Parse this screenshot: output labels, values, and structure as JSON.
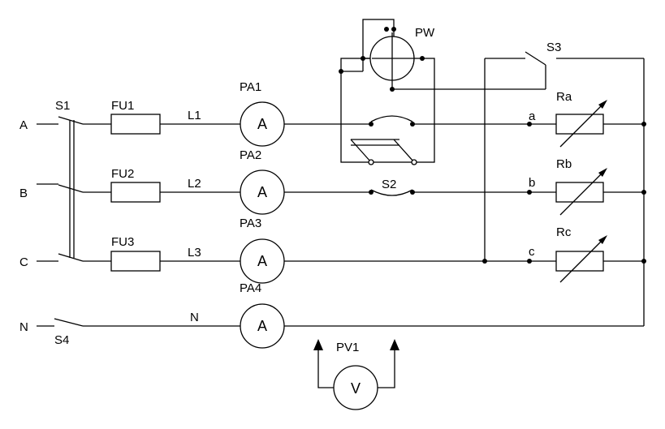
{
  "phases": {
    "a": "A",
    "b": "B",
    "c": "C",
    "n": "N"
  },
  "switches": {
    "s1": "S1",
    "s2": "S2",
    "s3": "S3",
    "s4": "S4"
  },
  "fuses": {
    "fu1": "FU1",
    "fu2": "FU2",
    "fu3": "FU3"
  },
  "lines": {
    "l1": "L1",
    "l2": "L2",
    "l3": "L3",
    "n": "N"
  },
  "meters": {
    "pa1": "PA1",
    "pa2": "PA2",
    "pa3": "PA3",
    "pa4": "PA4",
    "ammeter_symbol": "A",
    "pv1": "PV1",
    "voltmeter_symbol": "V",
    "pw": "PW"
  },
  "nodes": {
    "a": "a",
    "b": "b",
    "c": "c"
  },
  "resistors": {
    "ra": "Ra",
    "rb": "Rb",
    "rc": "Rc"
  }
}
